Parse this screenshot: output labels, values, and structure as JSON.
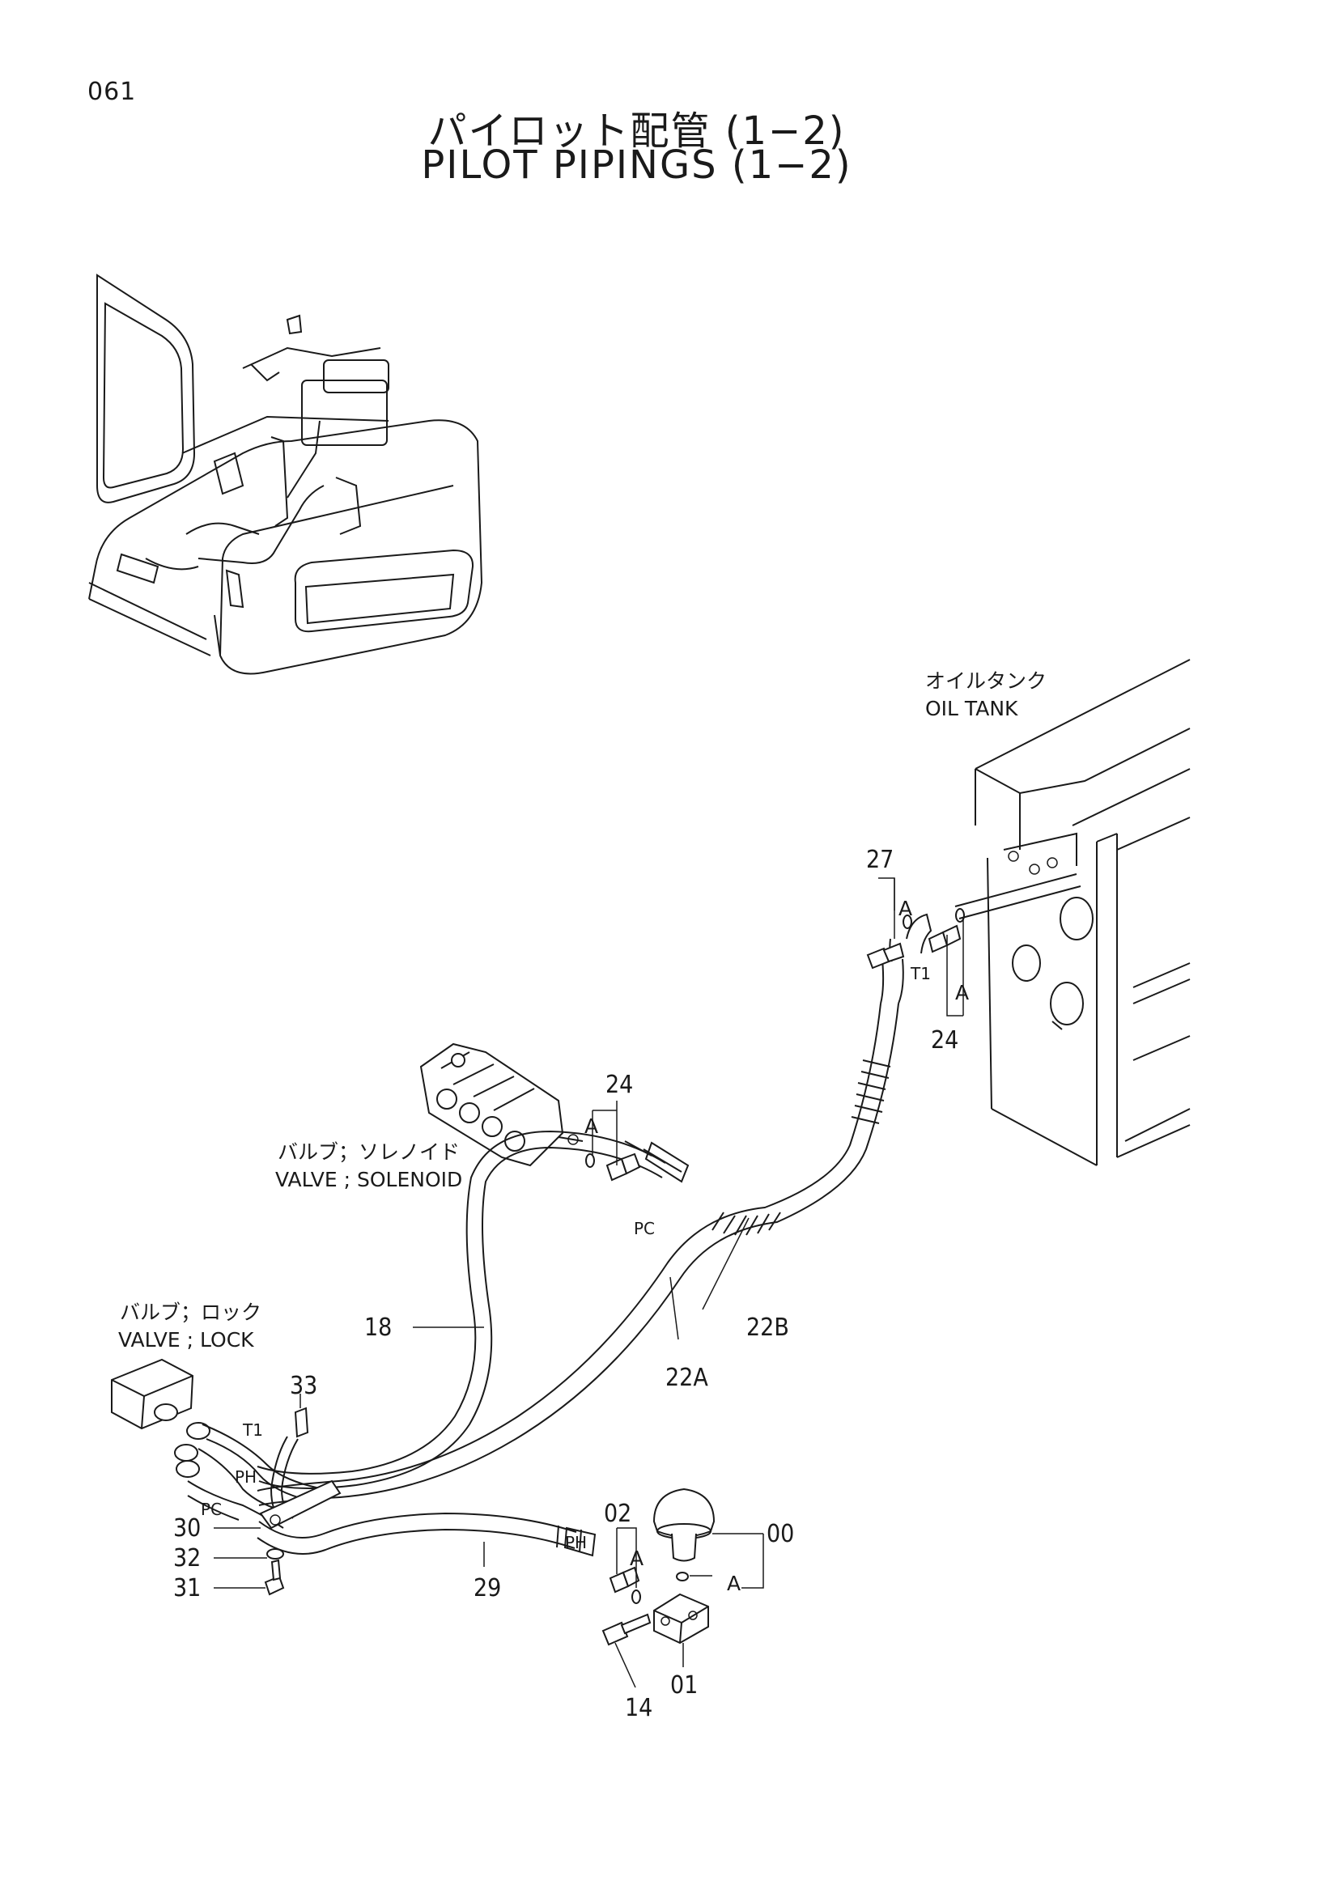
{
  "page_number": "061",
  "title_jp": "パイロット配管 (1−2)",
  "title_en": "PILOT PIPINGS (1−2)",
  "components": {
    "oil_tank_jp": "オイルタンク",
    "oil_tank_en": "OIL TANK",
    "solenoid_jp": "バルブ；ソレノイド",
    "solenoid_en": "VALVE ; SOLENOID",
    "lock_jp": "バルブ；ロック",
    "lock_en": "VALVE ; LOCK"
  },
  "port_labels": {
    "t1_tank": "T1",
    "pc_solenoid": "PC",
    "t1_lock": "T1",
    "ph_lock": "PH",
    "pc_lock": "PC",
    "ph_hose": "PH"
  },
  "group_labels": {
    "a_27": "A",
    "a_24_tank": "A",
    "a_24_solenoid": "A",
    "a_02": "A",
    "a_00": "A"
  },
  "part_numbers": {
    "p27": "27",
    "p24_tank": "24",
    "p24_solenoid": "24",
    "p22B": "22B",
    "p22A": "22A",
    "p18": "18",
    "p33": "33",
    "p30": "30",
    "p32": "32",
    "p31": "31",
    "p29": "29",
    "p02": "02",
    "p00": "00",
    "p01": "01",
    "p14": "14"
  }
}
